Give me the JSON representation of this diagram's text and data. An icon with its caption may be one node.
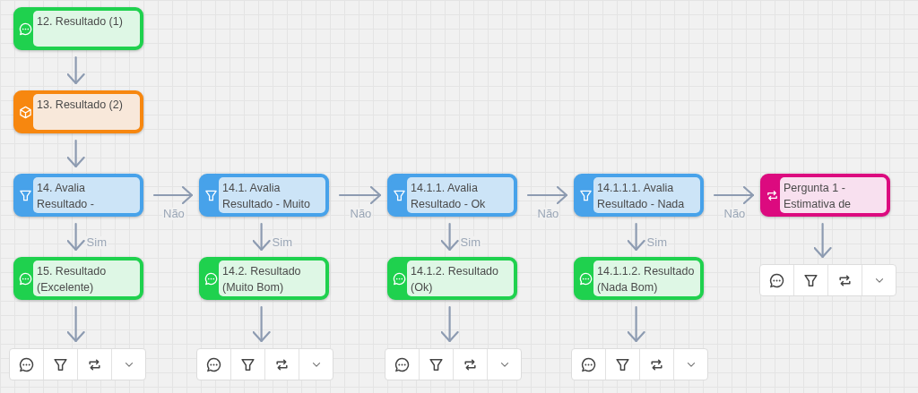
{
  "diagram": {
    "nodes": [
      {
        "text": [
          "12. Resultado (1)"
        ]
      },
      {
        "text": [
          "13. Resultado (2)"
        ]
      },
      {
        "text": [
          "14. Avalia Resultado -"
        ]
      },
      {
        "text": [
          "14.1. Avalia Resultado - Muito"
        ]
      },
      {
        "text": [
          "14.1.1. Avalia Resultado - Ok"
        ]
      },
      {
        "text": [
          "14.1.1.1. Avalia Resultado - Nada"
        ]
      },
      {
        "text": [
          "Pergunta 1 - Estimativa de"
        ]
      },
      {
        "text": [
          "15. Resultado (Excelente)"
        ]
      },
      {
        "text": [
          "14.2. Resultado (Muito Bom)"
        ]
      },
      {
        "text": [
          "14.1.2. Resultado (Ok)"
        ]
      },
      {
        "text": [
          "14.1.1.2. Resultado (Nada Bom)"
        ]
      },
      {
        "text": [],
        "shape": "box"
      },
      {
        "text": [],
        "shape": "box"
      },
      {
        "text": [],
        "shape": "box"
      },
      {
        "text": [],
        "shape": "box"
      },
      {
        "text": [],
        "shape": "box"
      }
    ],
    "edges": [
      {
        "from": 0,
        "to": 1,
        "arrow": "to"
      },
      {
        "from": 1,
        "to": 2,
        "arrow": "to"
      },
      {
        "from": 2,
        "to": 3,
        "arrow": "to",
        "label": "Não"
      },
      {
        "from": 2,
        "to": 7,
        "arrow": "to",
        "label": "Sim"
      },
      {
        "from": 3,
        "to": 4,
        "arrow": "to",
        "label": "Não"
      },
      {
        "from": 3,
        "to": 8,
        "arrow": "to",
        "label": "Sim"
      },
      {
        "from": 4,
        "to": 5,
        "arrow": "to",
        "label": "Não"
      },
      {
        "from": 4,
        "to": 9,
        "arrow": "to",
        "label": "Sim"
      },
      {
        "from": 5,
        "to": 6,
        "arrow": "to",
        "label": "Não"
      },
      {
        "from": 5,
        "to": 10,
        "arrow": "to",
        "label": "Sim"
      },
      {
        "from": 6,
        "to": 11,
        "arrow": "to"
      },
      {
        "from": 7,
        "to": 12,
        "arrow": "to"
      },
      {
        "from": 8,
        "to": 13,
        "arrow": "to"
      },
      {
        "from": 9,
        "to": 14,
        "arrow": "to"
      },
      {
        "from": 10,
        "to": 15,
        "arrow": "to"
      }
    ]
  }
}
